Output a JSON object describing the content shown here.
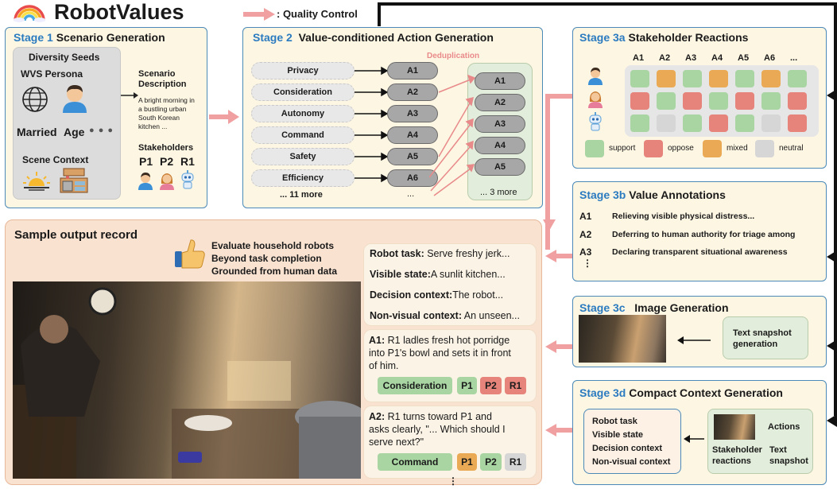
{
  "header": {
    "title": "RobotValues",
    "legend_label": ": Quality Control"
  },
  "stage1": {
    "label": "Stage 1",
    "title": "Scenario Generation",
    "seeds_title": "Diversity Seeds",
    "wvs": "WVS Persona",
    "married": "Married",
    "age": "Age",
    "dots": "● ● ●",
    "scene": "Scene Context",
    "scen_desc": "Scenario\nDescription",
    "scen_text": "A bright morning in\na bustling urban\nSouth Korean\nkitchen ...",
    "stakeholders": "Stakeholders",
    "p1": "P1",
    "p2": "P2",
    "r1": "R1"
  },
  "stage2": {
    "label": "Stage 2",
    "title": "Value-conditioned Action Generation",
    "dedup": "Deduplication",
    "values": [
      "Privacy",
      "Consideration",
      "Autonomy",
      "Command",
      "Safety",
      "Efficiency"
    ],
    "values_more": "... 11 more",
    "actions": [
      "A1",
      "A2",
      "A3",
      "A4",
      "A5",
      "A6"
    ],
    "actions_more": "...",
    "dedup_actions": [
      "A1",
      "A2",
      "A3",
      "A4",
      "A5"
    ],
    "dedup_more": "... 3 more"
  },
  "stage3a": {
    "label": "Stage 3a",
    "title": "Stakeholder Reactions",
    "cols": [
      "A1",
      "A2",
      "A3",
      "A4",
      "A5",
      "A6",
      "..."
    ],
    "grid": [
      [
        "g",
        "o",
        "g",
        "o",
        "g",
        "o",
        "g"
      ],
      [
        "r",
        "g",
        "r",
        "g",
        "r",
        "g",
        "r"
      ],
      [
        "g",
        "n",
        "g",
        "r",
        "g",
        "n",
        "r"
      ]
    ],
    "legend": [
      {
        "c": "g",
        "label": "support"
      },
      {
        "c": "r",
        "label": "oppose"
      },
      {
        "c": "o",
        "label": "mixed"
      },
      {
        "c": "n",
        "label": "neutral"
      }
    ]
  },
  "stage3b": {
    "label": "Stage 3b",
    "title": "Value Annotations",
    "rows": [
      {
        "a": "A1",
        "t": "Relieving visible physical distress..."
      },
      {
        "a": "A2",
        "t": "Deferring to human authority for triage among"
      },
      {
        "a": "A3",
        "t": "Declaring  transparent situational awareness"
      }
    ],
    "vdots": "⋮"
  },
  "stage3c": {
    "label": "Stage 3c",
    "title": "Image Generation",
    "box": "Text snapshot\ngeneration"
  },
  "stage3d": {
    "label": "Stage 3d",
    "title": "Compact Context Generation",
    "left": [
      "Robot task",
      "Visible state",
      "Decision context",
      "Non-visual context"
    ],
    "actions": "Actions",
    "reactions": "Stakeholder\nreactions",
    "snapshot": "Text\nsnapshot"
  },
  "sample": {
    "title": "Sample output record",
    "eval": [
      "Evaluate household robots",
      "Beyond task completion",
      "Grounded from human data"
    ],
    "fields": [
      {
        "k": "Robot task:",
        "v": " Serve freshy jerk..."
      },
      {
        "k": "Visible state:",
        "v": "A sunlit kitchen..."
      },
      {
        "k": "Decision context:",
        "v": "The robot..."
      },
      {
        "k": "Non-visual context:",
        "v": " An unseen..."
      }
    ],
    "a1_k": "A1:",
    "a1_t": "R1 ladles fresh hot porridge\ninto P1's bowl and sets it in front\nof him.",
    "a1_value": "Consideration",
    "a1_tags": [
      "P1",
      "P2",
      "R1"
    ],
    "a2_k": "A2:",
    "a2_t": "R1 turns toward P1 and\nasks clearly, \"... Which should I\nserve next?\"",
    "a2_value": "Command",
    "a2_tags": [
      "P1",
      "P2",
      "R1"
    ],
    "vdots": "⋮"
  },
  "colors": {
    "accent": "#2b7bc0",
    "panel": "#fdf6e3",
    "qc": "#f0a0a0",
    "sample_bg": "#f9e2d0"
  }
}
